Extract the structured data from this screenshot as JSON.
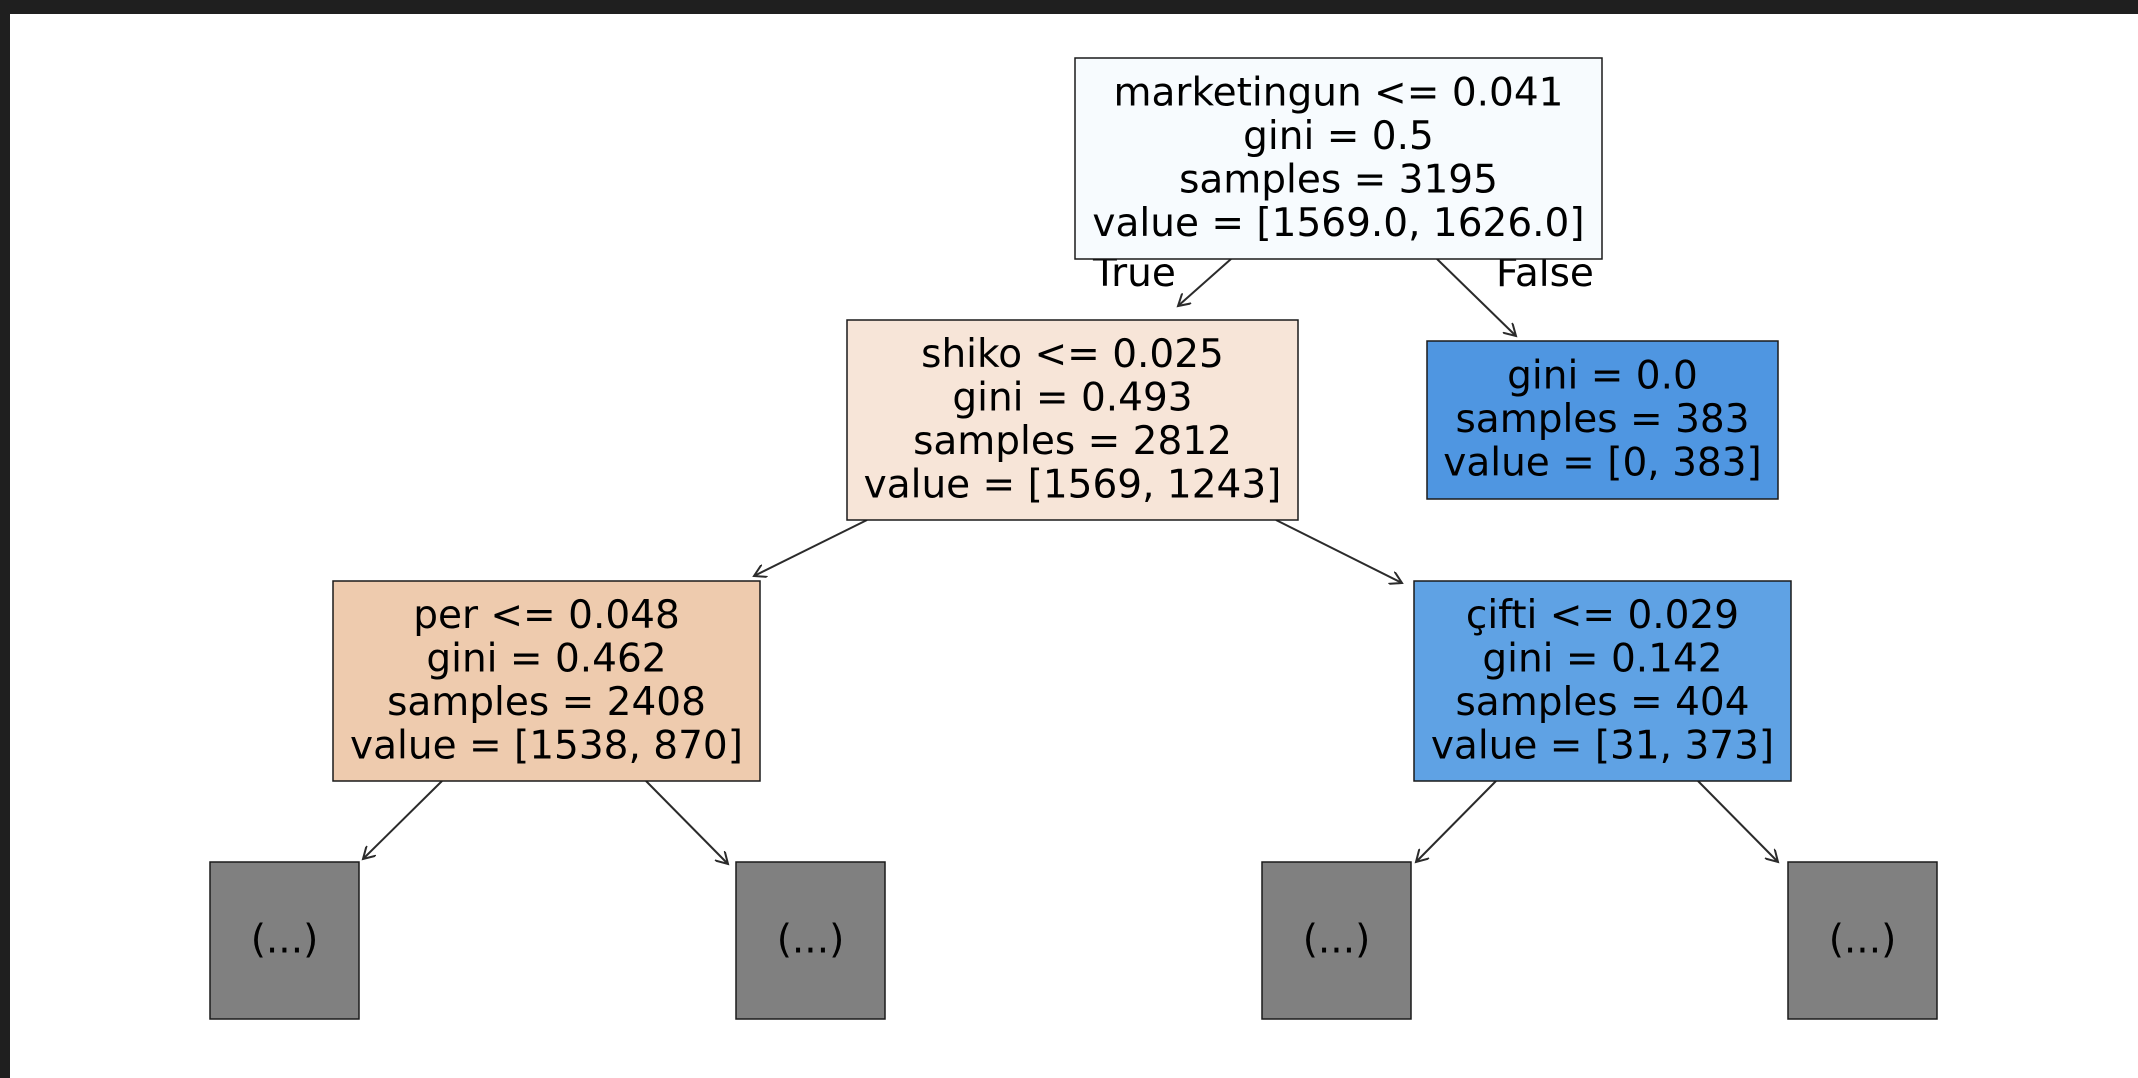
{
  "tree": {
    "nodes": [
      {
        "id": "n0",
        "lines": [
          "marketingun <= 0.041",
          "gini = 0.5",
          "samples = 3195",
          "value = [1569.0, 1626.0]"
        ],
        "fill": "#f7fbfe"
      },
      {
        "id": "n1",
        "lines": [
          "shiko <= 0.025",
          "gini = 0.493",
          "samples = 2812",
          "value = [1569, 1243]"
        ],
        "fill": "#f7e5d8"
      },
      {
        "id": "n2",
        "lines": [
          "gini = 0.0",
          "samples = 383",
          "value = [0, 383]"
        ],
        "fill": "#4f96e1"
      },
      {
        "id": "n3",
        "lines": [
          "per <= 0.048",
          "gini = 0.462",
          "samples = 2408",
          "value = [1538, 870]"
        ],
        "fill": "#eecbae"
      },
      {
        "id": "n4",
        "lines": [
          "çifti <= 0.029",
          "gini = 0.142",
          "samples = 404",
          "value = [31, 373]"
        ],
        "fill": "#5fa2e4"
      },
      {
        "id": "n5",
        "lines": [
          "(...)"
        ],
        "fill": "#808080"
      },
      {
        "id": "n6",
        "lines": [
          "(...)"
        ],
        "fill": "#808080"
      },
      {
        "id": "n7",
        "lines": [
          "(...)"
        ],
        "fill": "#808080"
      },
      {
        "id": "n8",
        "lines": [
          "(...)"
        ],
        "fill": "#808080"
      }
    ],
    "edges": [
      {
        "from": "n0",
        "to": "n1",
        "label": "True"
      },
      {
        "from": "n0",
        "to": "n2",
        "label": "False"
      },
      {
        "from": "n1",
        "to": "n3",
        "label": ""
      },
      {
        "from": "n1",
        "to": "n4",
        "label": ""
      },
      {
        "from": "n3",
        "to": "n5",
        "label": ""
      },
      {
        "from": "n3",
        "to": "n6",
        "label": ""
      },
      {
        "from": "n4",
        "to": "n7",
        "label": ""
      },
      {
        "from": "n4",
        "to": "n8",
        "label": ""
      }
    ]
  }
}
